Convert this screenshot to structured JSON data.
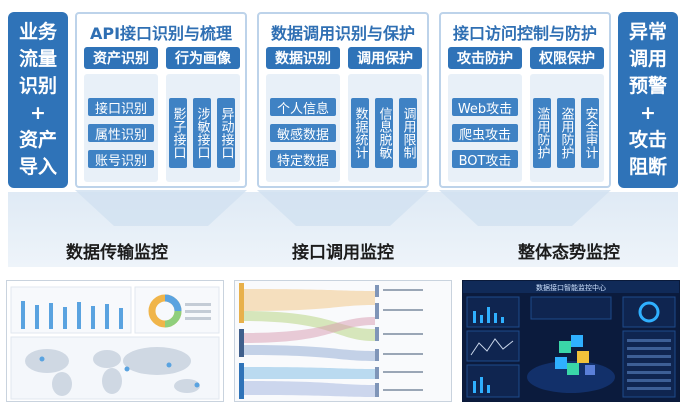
{
  "left_block": {
    "lines": [
      "业务",
      "流量",
      "识别",
      "+",
      "资产",
      "导入"
    ]
  },
  "right_block": {
    "lines": [
      "异常",
      "调用",
      "预警",
      "+",
      "攻击",
      "阻断"
    ]
  },
  "panel1": {
    "title": "API接口识别与梳理",
    "header_left": "资产识别",
    "header_right": "行为画像",
    "items": [
      "接口识别",
      "属性识别",
      "账号识别"
    ],
    "vitems": [
      "影子接口",
      "涉敏接口",
      "异动接口"
    ]
  },
  "panel2": {
    "title": "数据调用识别与保护",
    "header_left": "数据识别",
    "header_right": "调用保护",
    "items": [
      "个人信息",
      "敏感数据",
      "特定数据"
    ],
    "vitems": [
      "数据统计",
      "信息脱敏",
      "调用限制"
    ]
  },
  "panel3": {
    "title": "接口访问控制与防护",
    "header_left": "攻击防护",
    "header_right": "权限保护",
    "items": [
      "Web攻击",
      "爬虫攻击",
      "BOT攻击"
    ],
    "vitems": [
      "滥用防护",
      "盗用防护",
      "安全审计"
    ]
  },
  "monitors": [
    "数据传输监控",
    "接口调用监控",
    "整体态势监控"
  ],
  "dashboard_title": "数据接口智能监控中心",
  "colors": {
    "primary": "#2f73b8",
    "button": "#3f82c4",
    "panel_border": "#bdd3ea",
    "title": "#2f6fb3"
  }
}
